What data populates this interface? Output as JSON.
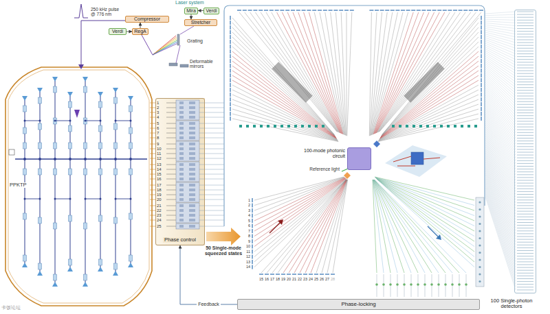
{
  "diagram": {
    "nodes": [
      {
        "text": [
          "Compressor"
        ]
      },
      {
        "text": [
          "Verdi"
        ]
      },
      {
        "text": [
          "RegA"
        ]
      },
      {
        "text": [
          "Mira"
        ]
      },
      {
        "text": [
          "Verdi"
        ]
      },
      {
        "text": [
          "Stretcher"
        ]
      },
      {
        "text": [
          "Phase control"
        ]
      },
      {
        "text": [
          "100-mode photonic circuit"
        ]
      },
      {
        "text": [
          "Phase-locking"
        ]
      },
      {
        "text": [
          "100 Single-photon detectors"
        ]
      }
    ],
    "edges": [
      {
        "from": 1,
        "to": 2,
        "arrow": "to"
      },
      {
        "from": 4,
        "to": 3,
        "arrow": "to"
      },
      {
        "from": 3,
        "to": 5,
        "arrow": "to"
      },
      {
        "from": 2,
        "to": 0,
        "arrow": "to"
      },
      {
        "from": 8,
        "to": 6,
        "label": "Feedback",
        "arrow": "to"
      }
    ],
    "labels": [
      "Laser system",
      "250 kHz pulse @ 776 nm",
      "Grating",
      "Deformable mirrors",
      "PPKTP",
      "1",
      "2",
      "3",
      "4",
      "5",
      "6",
      "7",
      "8",
      "9",
      "10",
      "11",
      "12",
      "13",
      "14",
      "15",
      "16",
      "17",
      "18",
      "19",
      "20",
      "21",
      "22",
      "23",
      "24",
      "25",
      "50 Single-mode squeezed states",
      "Reference light",
      "1",
      "2",
      "3",
      "4",
      "5",
      "6",
      "7",
      "8",
      "9",
      "10",
      "11",
      "12",
      "13",
      "14",
      "15",
      "16",
      "17",
      "18",
      "19",
      "20",
      "21",
      "22",
      "23",
      "24",
      "25",
      "26",
      "27",
      "28",
      "卡饭论坛"
    ]
  }
}
